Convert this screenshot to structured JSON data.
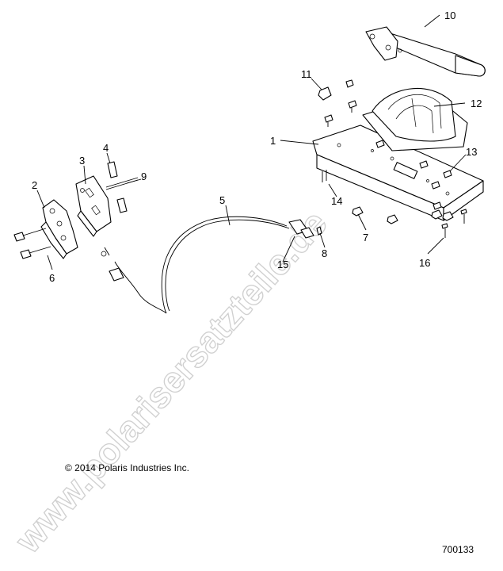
{
  "diagram": {
    "callouts": [
      "1",
      "2",
      "3",
      "4",
      "5",
      "6",
      "7",
      "8",
      "9",
      "10",
      "11",
      "12",
      "13",
      "14",
      "15",
      "16"
    ],
    "copyright": "© 2014 Polaris Industries Inc.",
    "drawing_number": "700133",
    "watermark": "www.polarisersatzteile.de"
  }
}
